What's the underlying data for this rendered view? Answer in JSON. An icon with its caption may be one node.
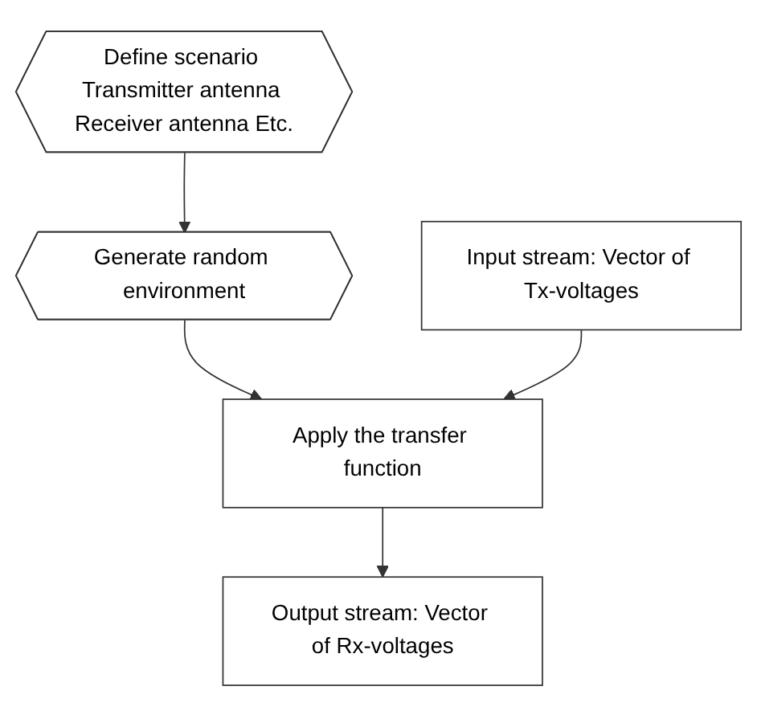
{
  "diagram": {
    "nodes": [
      {
        "text": [
          "Define scenario Transmitter antenna Receiver antenna Etc."
        ]
      },
      {
        "text": [
          "Generate random environment"
        ]
      },
      {
        "text": [
          "Input stream: Vector of Tx-voltages"
        ]
      },
      {
        "text": [
          "Apply the transfer function"
        ]
      },
      {
        "text": [
          "Output stream: Vector of Rx-voltages"
        ]
      }
    ],
    "edges": [
      {
        "from": 0,
        "to": 1,
        "arrow": "to"
      },
      {
        "from": 1,
        "to": 3,
        "arrow": "to"
      },
      {
        "from": 2,
        "to": 3,
        "arrow": "to"
      },
      {
        "from": 3,
        "to": 4,
        "arrow": "to"
      }
    ]
  }
}
